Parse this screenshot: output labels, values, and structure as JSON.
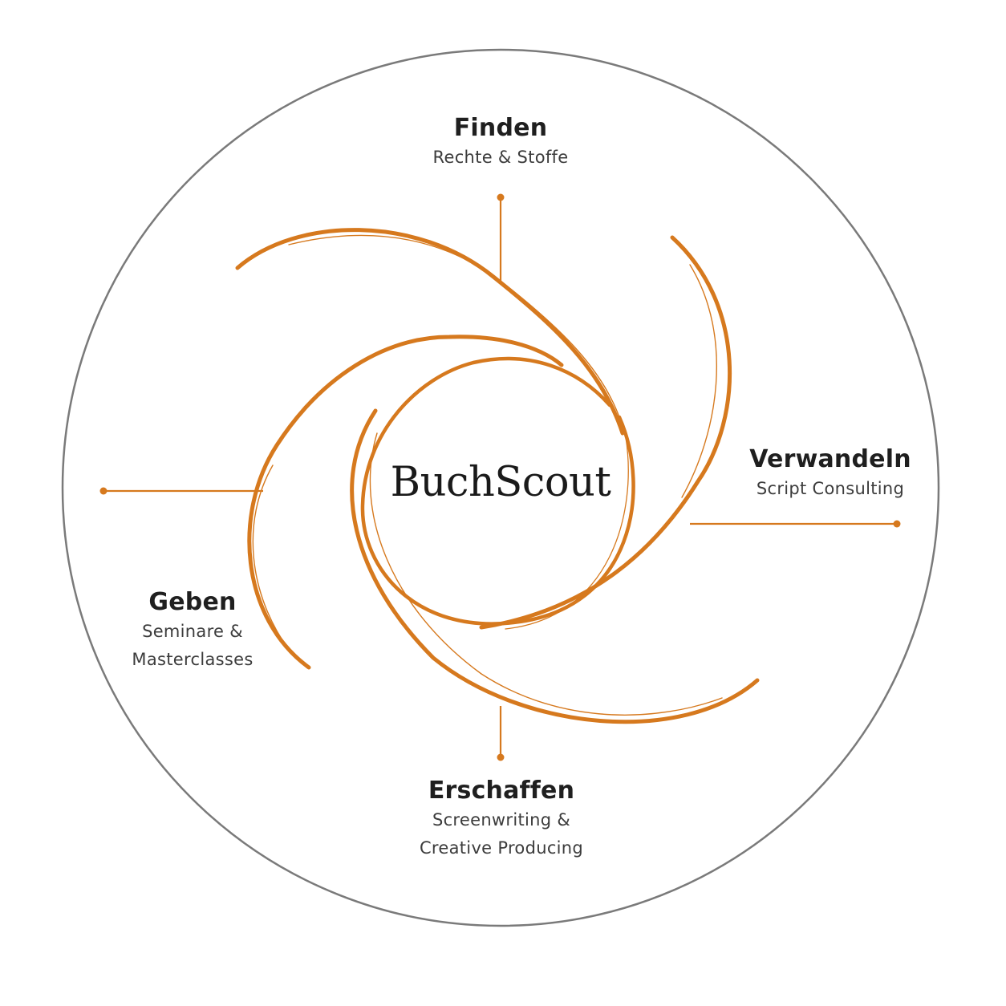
{
  "brand": "BuchScout",
  "accent_color": "#d6791e",
  "ring_color": "#7a7a7a",
  "nodes": {
    "top": {
      "title": "Finden",
      "lines": [
        "Rechte & Stoffe"
      ]
    },
    "right": {
      "title": "Verwandeln",
      "lines": [
        "Script Consulting"
      ]
    },
    "bottom": {
      "title": "Erschaffen",
      "lines": [
        "Screenwriting &",
        "Creative Producing"
      ]
    },
    "left": {
      "title": "Geben",
      "lines": [
        "Seminare &",
        "Masterclasses"
      ]
    }
  }
}
